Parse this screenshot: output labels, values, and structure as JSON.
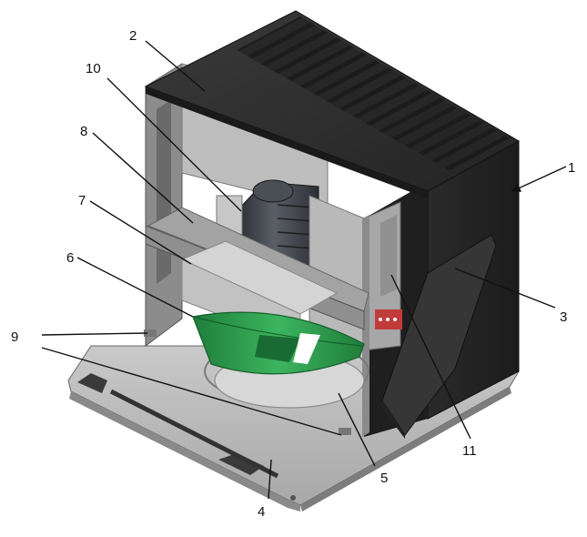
{
  "diagram": {
    "callouts": [
      {
        "id": "1",
        "label": "1"
      },
      {
        "id": "2",
        "label": "2"
      },
      {
        "id": "3",
        "label": "3"
      },
      {
        "id": "4",
        "label": "4"
      },
      {
        "id": "5",
        "label": "5"
      },
      {
        "id": "6",
        "label": "6"
      },
      {
        "id": "7",
        "label": "7"
      },
      {
        "id": "8",
        "label": "8"
      },
      {
        "id": "9",
        "label": "9"
      },
      {
        "id": "10",
        "label": "10"
      },
      {
        "id": "11",
        "label": "11"
      }
    ],
    "colors": {
      "housing_dark": "#2b2b2b",
      "housing_top": "#333333",
      "panel_grey": "#a9a9a9",
      "impeller_green": "#2f9e4f",
      "base_plate": "#b4b4b4",
      "motor_dark": "#3a3d42"
    }
  }
}
